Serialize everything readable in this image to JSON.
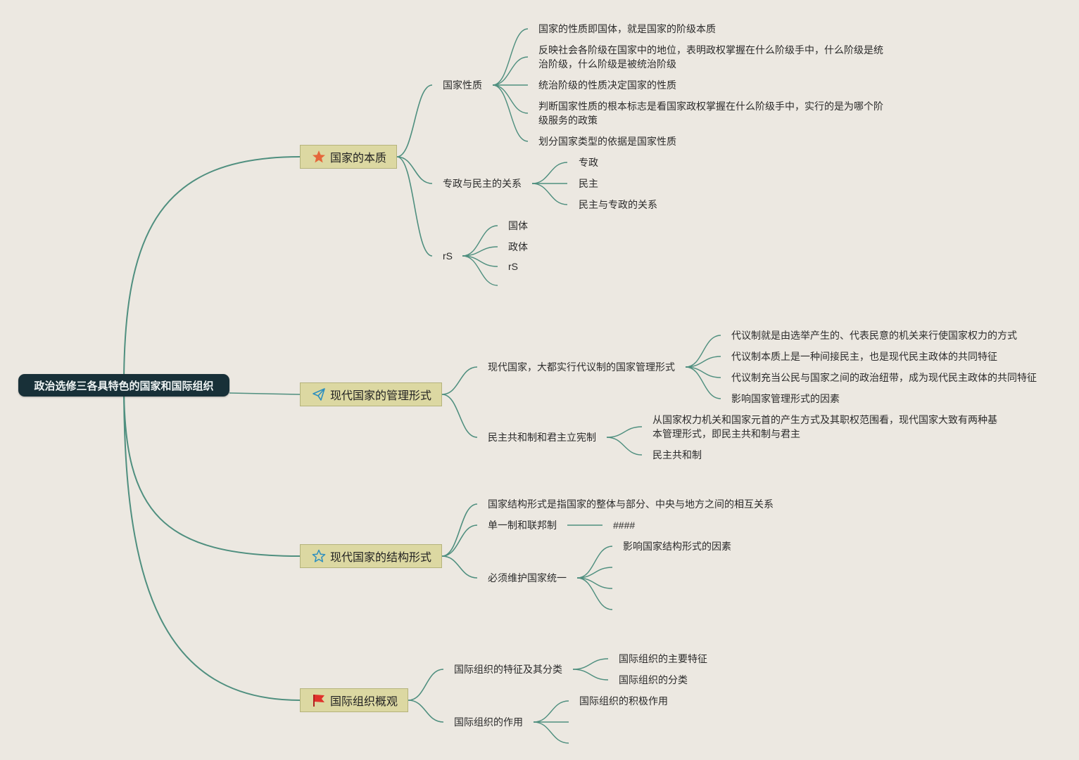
{
  "colors": {
    "branch": "#4f8f7f",
    "root_bg": "#183038",
    "main_bg": "#dcd8a2"
  },
  "root": {
    "label": "政治选修三各具特色的国家和国际组织"
  },
  "b1": {
    "label": "国家的本质",
    "icon": "star-filled-icon",
    "c1": {
      "label": "国家性质",
      "items": [
        "国家的性质即国体，就是国家的阶级本质",
        "反映社会各阶级在国家中的地位，表明政权掌握在什么阶级手中，什么阶级是统治阶级，什么阶级是被统治阶级",
        "统治阶级的性质决定国家的性质",
        "判断国家性质的根本标志是看国家政权掌握在什么阶级手中，实行的是为哪个阶级服务的政策",
        "划分国家类型的依据是国家性质"
      ]
    },
    "c2": {
      "label": "专政与民主的关系",
      "items": [
        "专政",
        "民主",
        "民主与专政的关系"
      ]
    },
    "c3": {
      "label": "rS",
      "items": [
        "国体",
        "政体",
        "rS",
        ""
      ]
    }
  },
  "b2": {
    "label": "现代国家的管理形式",
    "icon": "paper-plane-icon",
    "c1": {
      "label": "现代国家，大都实行代议制的国家管理形式",
      "items": [
        "代议制就是由选举产生的、代表民意的机关来行使国家权力的方式",
        "代议制本质上是一种间接民主，也是现代民主政体的共同特征",
        "代议制充当公民与国家之间的政治纽带，成为现代民主政体的共同特征",
        "影响国家管理形式的因素"
      ]
    },
    "c2": {
      "label": "民主共和制和君主立宪制",
      "items": [
        "从国家权力机关和国家元首的产生方式及其职权范围看，现代国家大致有两种基本管理形式，即民主共和制与君主",
        "民主共和制"
      ]
    }
  },
  "b3": {
    "label": "现代国家的结构形式",
    "icon": "star-outline-icon",
    "c1": {
      "label": "国家结构形式是指国家的整体与部分、中央与地方之间的相互关系"
    },
    "c2": {
      "label": "单一制和联邦制",
      "items": [
        "####"
      ]
    },
    "c3": {
      "label": "必须维护国家统一",
      "items": [
        "影响国家结构形式的因素",
        "",
        "",
        ""
      ]
    }
  },
  "b4": {
    "label": "国际组织概观",
    "icon": "flag-icon",
    "c1": {
      "label": "国际组织的特征及其分类",
      "items": [
        "国际组织的主要特征",
        "国际组织的分类"
      ]
    },
    "c2": {
      "label": "国际组织的作用",
      "items": [
        "国际组织的积极作用",
        "",
        ""
      ]
    }
  }
}
